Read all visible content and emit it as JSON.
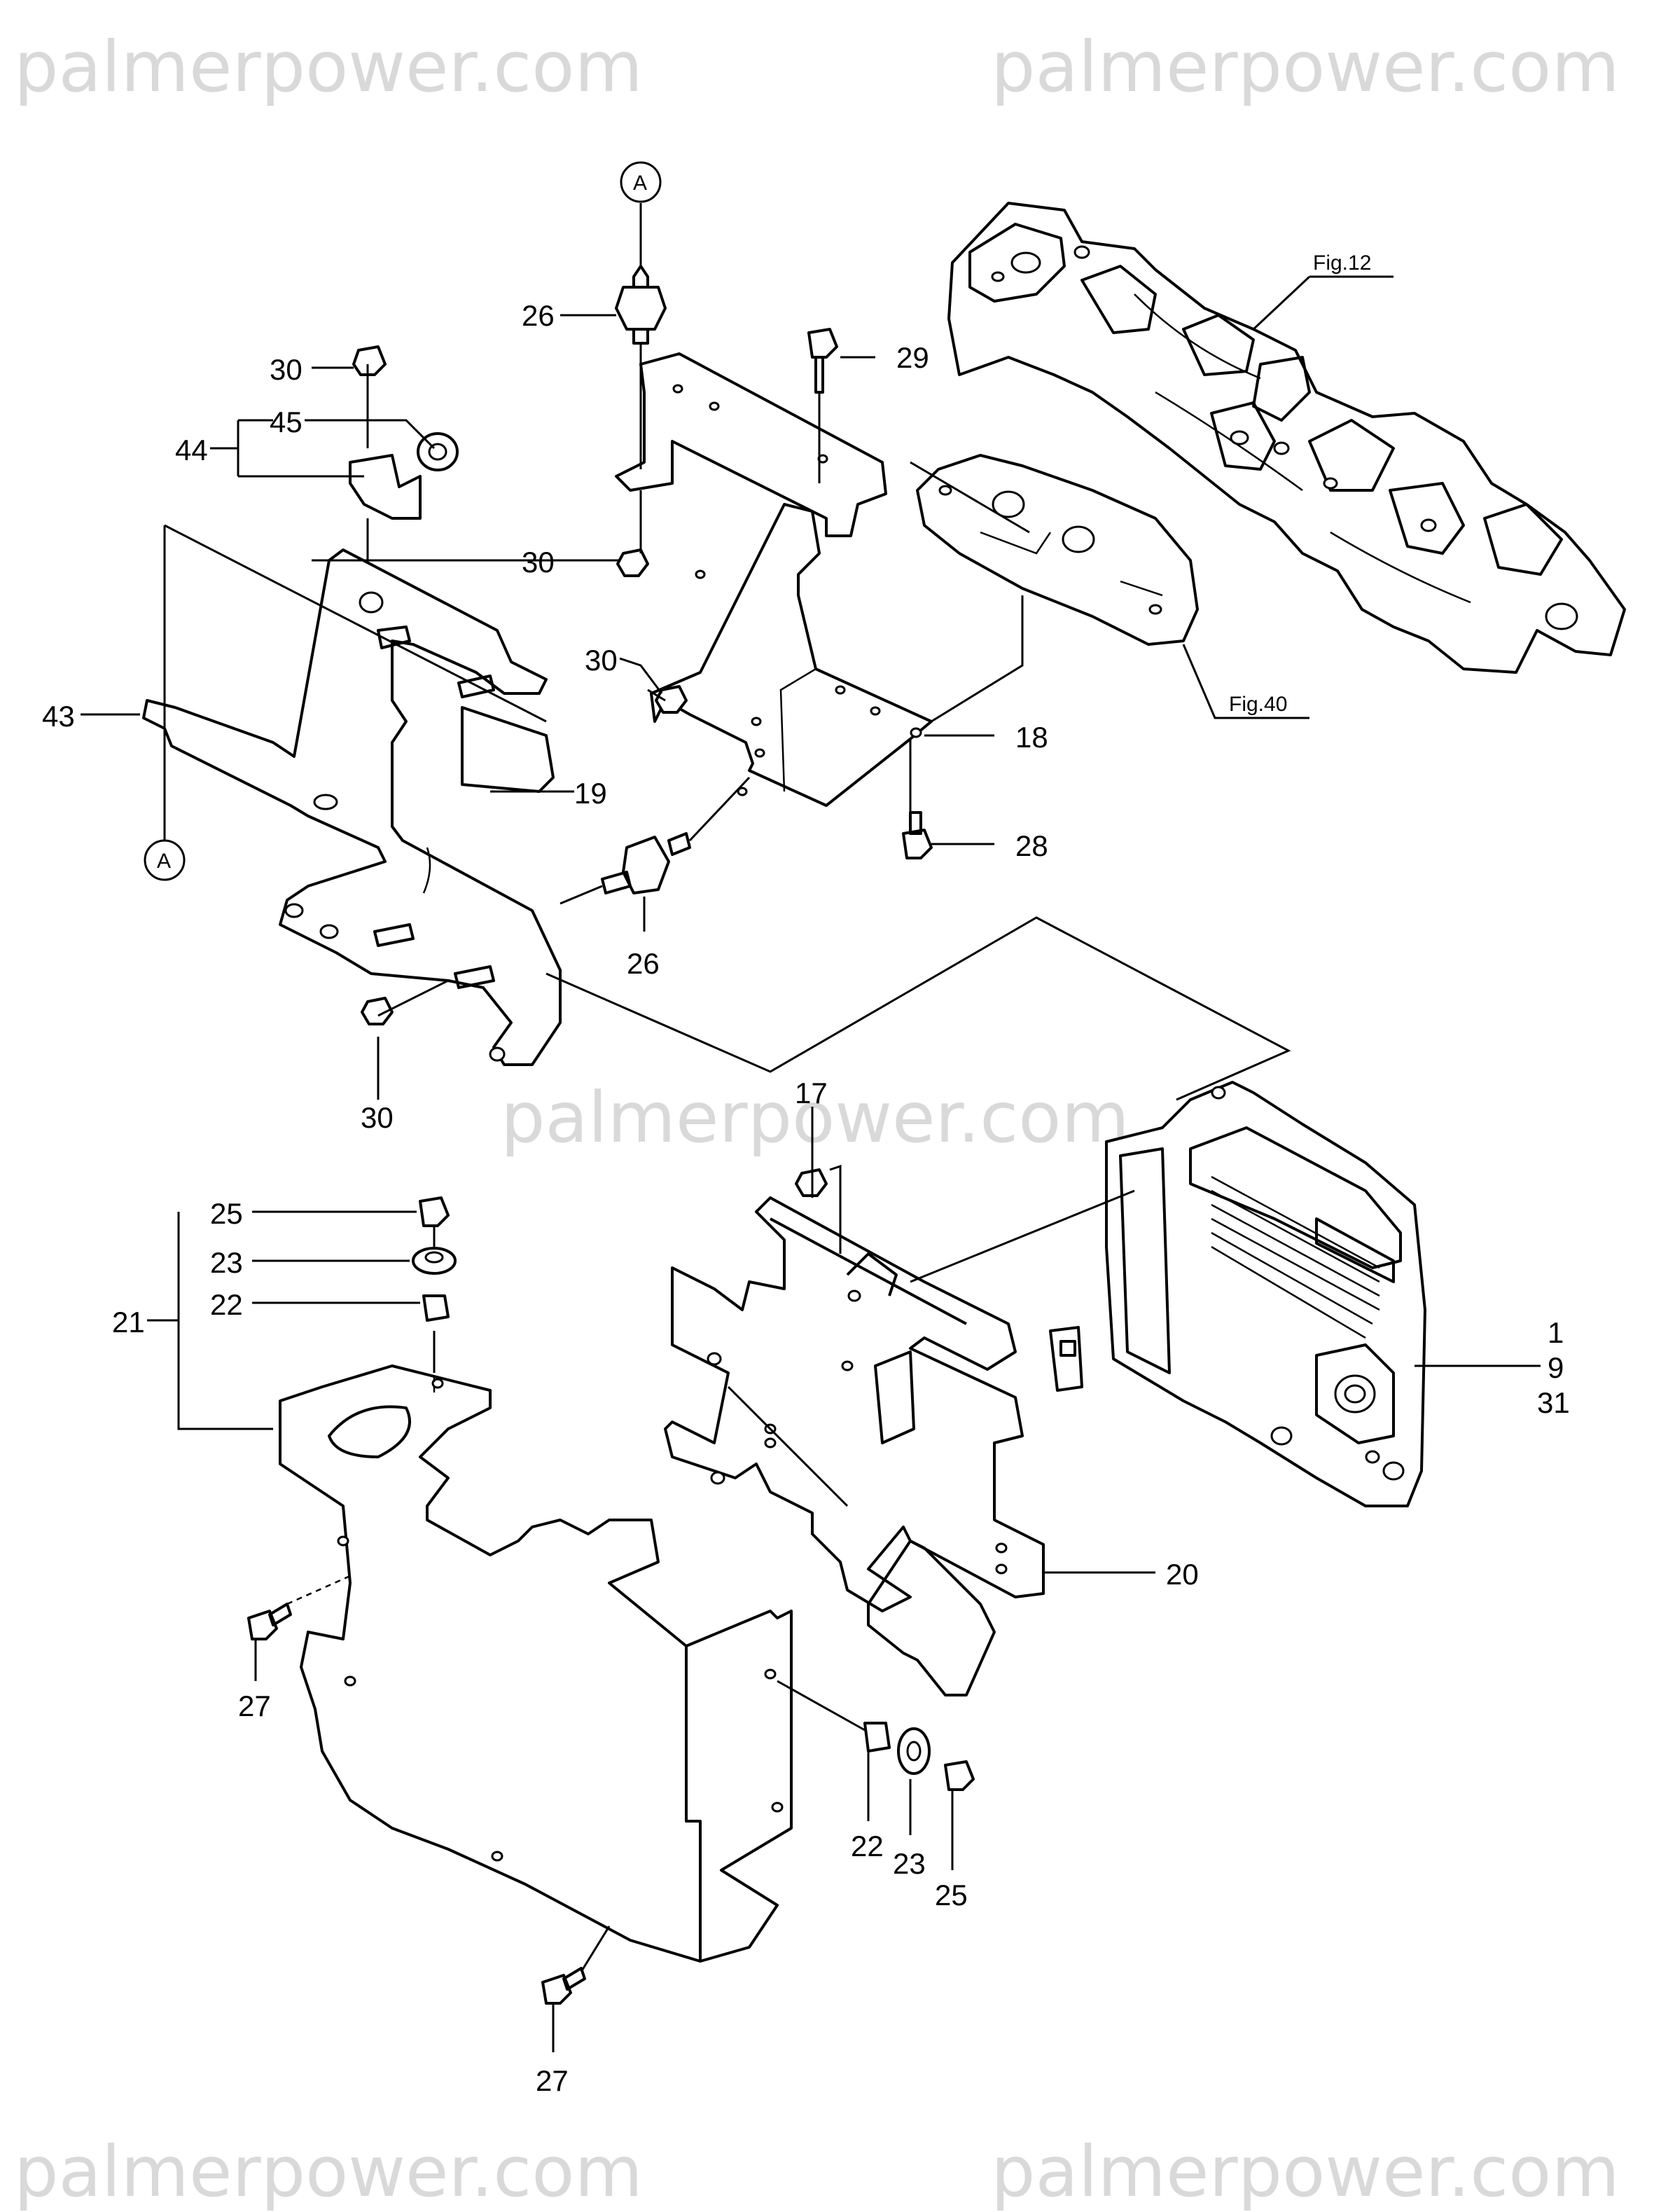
{
  "watermarks": [
    "palmerpower.com",
    "palmerpower.com",
    "palmerpower.com",
    "palmerpower.com",
    "palmerpower.com"
  ],
  "references": {
    "fig12": "Fig.12",
    "fig40": "Fig.40",
    "circle_a": "A"
  },
  "callouts": {
    "c26_top": "26",
    "c29": "29",
    "c30_a": "30",
    "c45": "45",
    "c44": "44",
    "c30_b": "30",
    "c30_c": "30",
    "c43": "43",
    "c18": "18",
    "c19": "19",
    "c28": "28",
    "c26_mid": "26",
    "c30_d": "30",
    "c17": "17",
    "c25_a": "25",
    "c23_a": "23",
    "c22_a": "22",
    "c21": "21",
    "c1": "1",
    "c9": "9",
    "c31": "31",
    "c20": "20",
    "c27_a": "27",
    "c22_b": "22",
    "c23_b": "23",
    "c25_b": "25",
    "c27_b": "27"
  }
}
